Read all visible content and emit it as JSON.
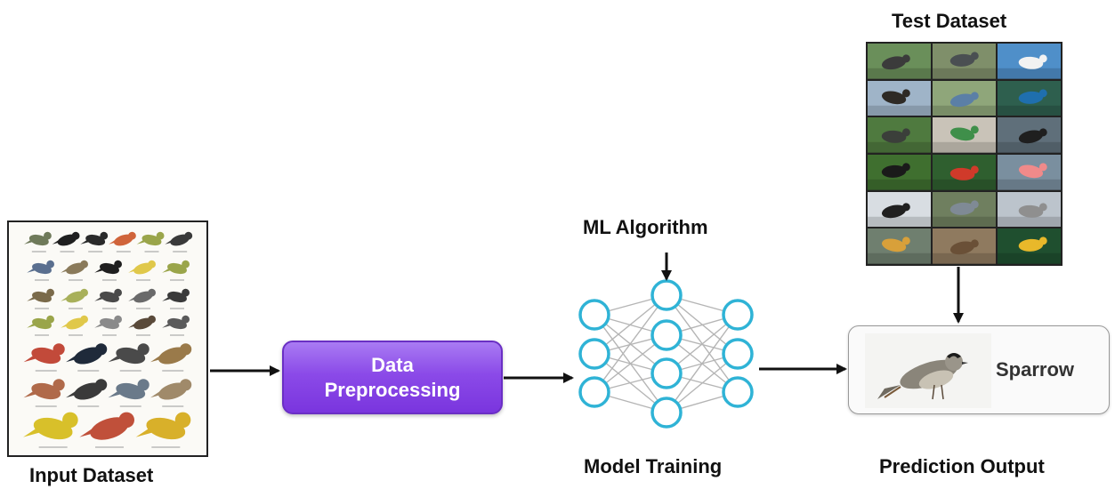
{
  "labels": {
    "input_dataset": "Input Dataset",
    "test_dataset": "Test Dataset",
    "ml_algorithm": "ML Algorithm",
    "model_training": "Model Training",
    "prediction_output": "Prediction Output"
  },
  "preprocessing": {
    "line1": "Data",
    "line2": "Preprocessing"
  },
  "prediction": {
    "value": "Sparrow"
  },
  "network": {
    "layers": [
      3,
      4,
      3
    ]
  },
  "colors": {
    "node_stroke": "#2fb3d6",
    "edge": "#b5b5b5",
    "arrow": "#111111",
    "preprocessing_fill": "#8b4ae8"
  },
  "test_tiles": [
    {
      "bg": "#6a8f5a",
      "bird": "#3b3b3b"
    },
    {
      "bg": "#7f8f6a",
      "bird": "#4a4f52"
    },
    {
      "bg": "#4f8fc9",
      "bird": "#f2f2f2"
    },
    {
      "bg": "#9fb4c8",
      "bird": "#2e2a25"
    },
    {
      "bg": "#8fa67a",
      "bird": "#5b7fa6"
    },
    {
      "bg": "#2e5f4e",
      "bird": "#1f6fae"
    },
    {
      "bg": "#4f7a3f",
      "bird": "#3b3f3a"
    },
    {
      "bg": "#c9c3b8",
      "bird": "#3f8f4a"
    },
    {
      "bg": "#5f6f7a",
      "bird": "#1f1f1f"
    },
    {
      "bg": "#3f6f2f",
      "bird": "#1a1a1a"
    },
    {
      "bg": "#2f5f2f",
      "bird": "#d03a2a"
    },
    {
      "bg": "#7a8f9f",
      "bird": "#f08a8a"
    },
    {
      "bg": "#d8dde2",
      "bird": "#202020"
    },
    {
      "bg": "#6f7f5f",
      "bird": "#7f8a95"
    },
    {
      "bg": "#bcc4cc",
      "bird": "#8f8f8f"
    },
    {
      "bg": "#6f7f6f",
      "bird": "#d8a03a"
    },
    {
      "bg": "#8f7a5f",
      "bird": "#6a5037"
    },
    {
      "bg": "#1f4f2f",
      "bird": "#e8b82a"
    }
  ],
  "poster_birds": [
    {
      "color": "#6f7a5a"
    },
    {
      "color": "#1f1f1f"
    },
    {
      "color": "#2a2a2a"
    },
    {
      "color": "#d0643a"
    },
    {
      "color": "#9aa54a"
    },
    {
      "color": "#3a3a3a"
    },
    {
      "color": "#5a6f8f"
    },
    {
      "color": "#8a7a5a"
    },
    {
      "color": "#1f1f1f"
    },
    {
      "color": "#e0c84a"
    },
    {
      "color": "#9aa54a"
    },
    {
      "color": "#7a6a4a"
    },
    {
      "color": "#a8b05a"
    },
    {
      "color": "#4a4a4a"
    },
    {
      "color": "#6a6a6a"
    },
    {
      "color": "#3a3a3a"
    },
    {
      "color": "#9aa54a"
    },
    {
      "color": "#e0c84a"
    },
    {
      "color": "#8a8a8a"
    },
    {
      "color": "#5a4a3a"
    },
    {
      "color": "#5a5a5a"
    },
    {
      "color": "#c24a3a"
    },
    {
      "color": "#1f2a3a"
    },
    {
      "color": "#4a4a4a"
    },
    {
      "color": "#9a7a4a"
    },
    {
      "color": "#b06a4a"
    },
    {
      "color": "#3a3a3a"
    },
    {
      "color": "#6a7a8a"
    },
    {
      "color": "#a08a6a"
    },
    {
      "color": "#d8c02a"
    },
    {
      "color": "#c0503a"
    },
    {
      "color": "#d8b02a"
    }
  ]
}
